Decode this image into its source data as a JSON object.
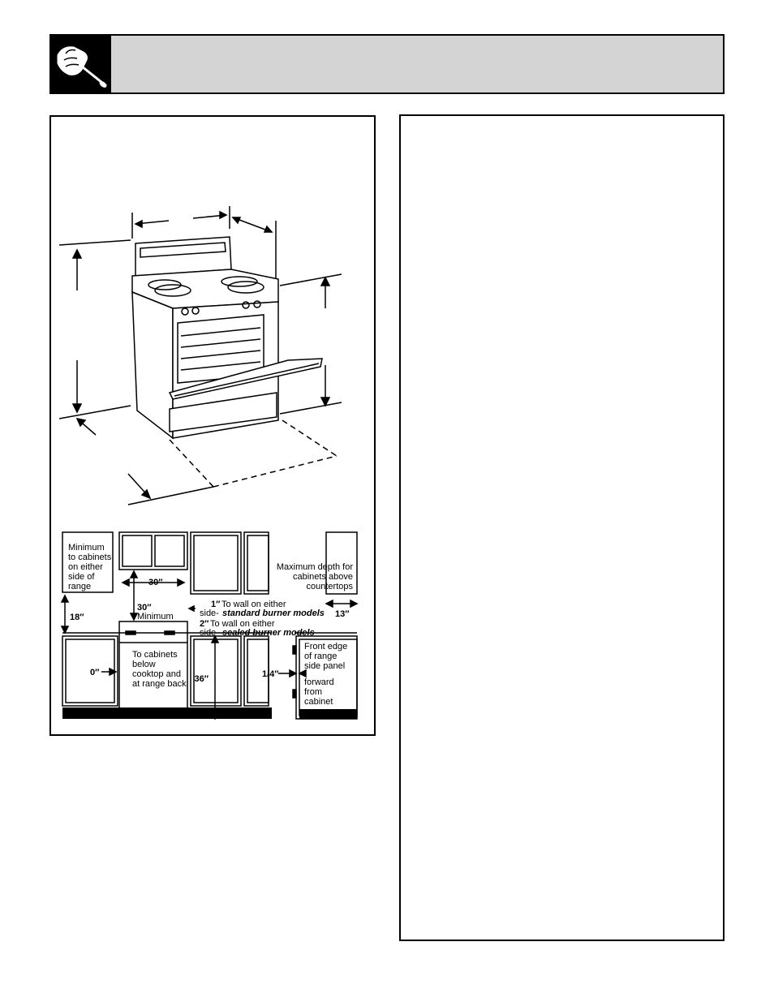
{
  "diagram": {
    "cabinet_note": [
      "Minimum",
      "to cabinets",
      "on either",
      "side of",
      "range"
    ],
    "depth_note": [
      "Maximum depth for",
      "cabinets above",
      "countertops"
    ],
    "front_edge_note": [
      "Front edge",
      "of range",
      "side panel",
      "forward",
      "from",
      "cabinet"
    ],
    "below_note": [
      "To cabinets",
      "below",
      "cooktop and",
      "at range back"
    ],
    "dim_30_width": "30″",
    "dim_30_min_value": "30″",
    "dim_30_min_label": "Minimum",
    "dim_18": "18″",
    "dim_13": "13″",
    "dim_0": "0″",
    "dim_36": "36″",
    "dim_quarter": "1/4″",
    "wall_std_num": "1″",
    "wall_std_text": "To wall on either",
    "wall_std_side": "side-",
    "wall_std_model": "standard burner models",
    "wall_sealed_num": "2″",
    "wall_sealed_text": "To wall on either",
    "wall_sealed_side": "side-",
    "wall_sealed_model": "sealed burner models"
  }
}
